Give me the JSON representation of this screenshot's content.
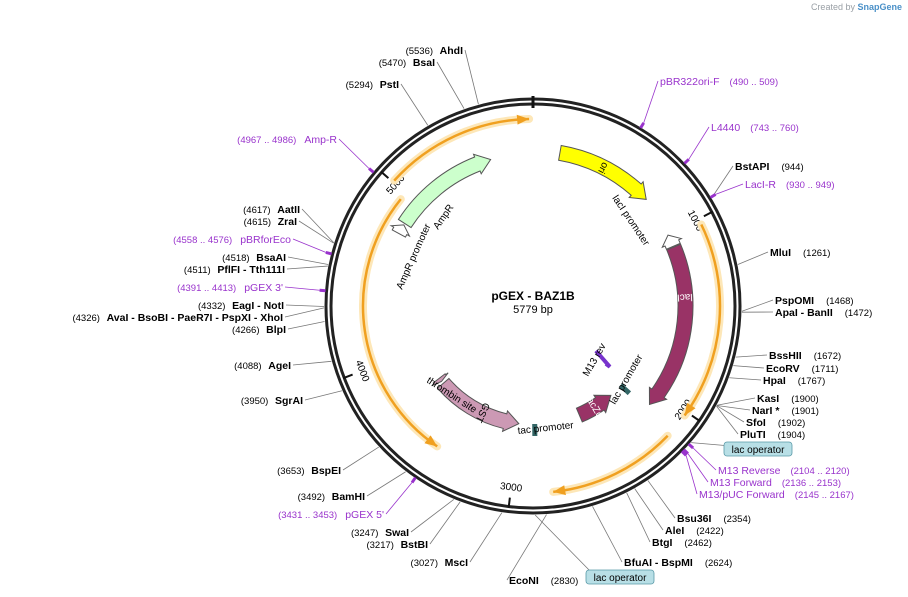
{
  "credit": {
    "prefix": "Created by",
    "brand": "SnapGene"
  },
  "plasmid": {
    "name": "pGEX - BAZ1B",
    "length_label": "5779 bp",
    "total_bp": 5779
  },
  "ticks": [
    {
      "bp": 1000,
      "label": "1000"
    },
    {
      "bp": 2000,
      "label": "2000"
    },
    {
      "bp": 3000,
      "label": "3000"
    },
    {
      "bp": 4000,
      "label": "4000"
    },
    {
      "bp": 5000,
      "label": "5000"
    }
  ],
  "sites": [
    {
      "id": "ahdi",
      "pos_label": "(5536)",
      "enzymes": [
        "AhdI"
      ]
    },
    {
      "id": "bsai",
      "pos_label": "(5470)",
      "enzymes": [
        "BsaI"
      ]
    },
    {
      "id": "psti",
      "pos_label": "(5294)",
      "enzymes": [
        "PstI"
      ]
    },
    {
      "id": "bstapi",
      "pos_label": "(944)",
      "enzymes": [
        "BstAPI"
      ]
    },
    {
      "id": "mlui",
      "pos_label": "(1261)",
      "enzymes": [
        "MluI"
      ]
    },
    {
      "id": "pspomi",
      "pos_label": "(1468)",
      "enzymes": [
        "PspOMI"
      ]
    },
    {
      "id": "apai",
      "pos_label": "(1472)",
      "enzymes": [
        "ApaI",
        "BanII"
      ]
    },
    {
      "id": "bsshii",
      "pos_label": "(1672)",
      "enzymes": [
        "BssHII"
      ]
    },
    {
      "id": "ecorv",
      "pos_label": "(1711)",
      "enzymes": [
        "EcoRV"
      ]
    },
    {
      "id": "hpai",
      "pos_label": "(1767)",
      "enzymes": [
        "HpaI"
      ]
    },
    {
      "id": "kasi",
      "pos_label": "(1900)",
      "enzymes": [
        "KasI"
      ]
    },
    {
      "id": "nari",
      "pos_label": "(1901)",
      "enzymes": [
        "NarI *"
      ]
    },
    {
      "id": "sfoi",
      "pos_label": "(1902)",
      "enzymes": [
        "SfoI"
      ]
    },
    {
      "id": "pluti",
      "pos_label": "(1904)",
      "enzymes": [
        "PluTI"
      ]
    },
    {
      "id": "bsu36i",
      "pos_label": "(2354)",
      "enzymes": [
        "Bsu36I"
      ]
    },
    {
      "id": "alei",
      "pos_label": "(2422)",
      "enzymes": [
        "AleI"
      ]
    },
    {
      "id": "btgi",
      "pos_label": "(2462)",
      "enzymes": [
        "BtgI"
      ]
    },
    {
      "id": "bfuai",
      "pos_label": "(2624)",
      "enzymes": [
        "BfuAI",
        "BspMI"
      ]
    },
    {
      "id": "econi",
      "pos_label": "(2830)",
      "enzymes": [
        "EcoNI"
      ]
    },
    {
      "id": "msci",
      "pos_label": "(3027)",
      "enzymes": [
        "MscI"
      ]
    },
    {
      "id": "bstbi",
      "pos_label": "(3217)",
      "enzymes": [
        "BstBI"
      ]
    },
    {
      "id": "swai",
      "pos_label": "(3247)",
      "enzymes": [
        "SwaI"
      ]
    },
    {
      "id": "bamhi",
      "pos_label": "(3492)",
      "enzymes": [
        "BamHI"
      ]
    },
    {
      "id": "bspei",
      "pos_label": "(3653)",
      "enzymes": [
        "BspEI"
      ]
    },
    {
      "id": "sgrai",
      "pos_label": "(3950)",
      "enzymes": [
        "SgrAI"
      ]
    },
    {
      "id": "agei",
      "pos_label": "(4088)",
      "enzymes": [
        "AgeI"
      ]
    },
    {
      "id": "blpi",
      "pos_label": "(4266)",
      "enzymes": [
        "BlpI"
      ]
    },
    {
      "id": "avai",
      "pos_label": "(4326)",
      "enzymes": [
        "AvaI",
        "BsoBI",
        "PaeR7I",
        "PspXI",
        "XhoI"
      ]
    },
    {
      "id": "eagi",
      "pos_label": "(4332)",
      "enzymes": [
        "EagI",
        "NotI"
      ]
    },
    {
      "id": "pflfi",
      "pos_label": "(4511)",
      "enzymes": [
        "PflFI",
        "Tth111I"
      ]
    },
    {
      "id": "bsaai",
      "pos_label": "(4518)",
      "enzymes": [
        "BsaAI"
      ]
    },
    {
      "id": "zrai",
      "pos_label": "(4615)",
      "enzymes": [
        "ZraI"
      ]
    },
    {
      "id": "aatii",
      "pos_label": "(4617)",
      "enzymes": [
        "AatII"
      ]
    }
  ],
  "primers": [
    {
      "id": "pbr322ori",
      "name": "pBR322ori-F",
      "range": "(490 .. 509)"
    },
    {
      "id": "l4440",
      "name": "L4440",
      "range": "(743 .. 760)"
    },
    {
      "id": "laci-r",
      "name": "LacI-R",
      "range": "(930 .. 949)"
    },
    {
      "id": "m13rev",
      "name": "M13 Reverse",
      "range": "(2104 .. 2120)"
    },
    {
      "id": "m13fwd",
      "name": "M13 Forward",
      "range": "(2136 .. 2153)"
    },
    {
      "id": "m13puc",
      "name": "M13/pUC Forward",
      "range": "(2145 .. 2167)"
    },
    {
      "id": "pgex5",
      "name": "pGEX 5'",
      "range": "(3431 .. 3453)"
    },
    {
      "id": "pgex3",
      "name": "pGEX 3'",
      "range": "(4391 .. 4413)"
    },
    {
      "id": "pbrforeco",
      "name": "pBRforEco",
      "range": "(4558 .. 4576)"
    },
    {
      "id": "amp-r",
      "name": "Amp-R",
      "range": "(4967 .. 4986)"
    }
  ],
  "operator_labels": [
    "lac operator",
    "lac operator"
  ],
  "features": {
    "ori": "ori",
    "laci_promoter": "lacI promoter",
    "laci": "lacI",
    "m13_rev": "M13 rev",
    "lac_promoter": "lac promoter",
    "lacz_alpha": "lacZα",
    "tac_promoter": "tac promoter",
    "gst": "GST",
    "thrombin_site": "thrombin site",
    "ampr_promoter": "AmpR promoter",
    "ampr": "AmpR"
  },
  "colors": {
    "backbone": "#222222",
    "ori": "#ffff00",
    "laci": "#993366",
    "lacz": "#993366",
    "gst": "#cc99b4",
    "ampr": "#ccffcc",
    "promoter": "#ffffff",
    "orf_arrow": "#f0a020",
    "orf_glow": "#fde7b8",
    "primer": "#9933cc",
    "operator_fill": "#b8dfe6",
    "m13rev": "#7733cc",
    "leader": "#777777"
  }
}
